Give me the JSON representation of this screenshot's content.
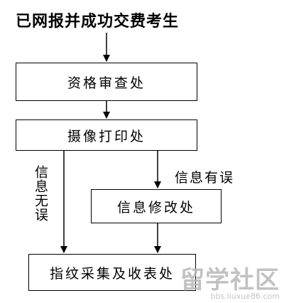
{
  "title": "已网报并成功交费考生",
  "nodes": {
    "qualification": "资格审查处",
    "photo": "摄像打印处",
    "correction": "信息修改处",
    "fingerprint": "指纹采集及收表处"
  },
  "edge_labels": {
    "no_error": "信息无误",
    "has_error": "信息有误"
  },
  "watermark": {
    "text": "留学社区",
    "url": "bbs.liuxue86.com"
  }
}
